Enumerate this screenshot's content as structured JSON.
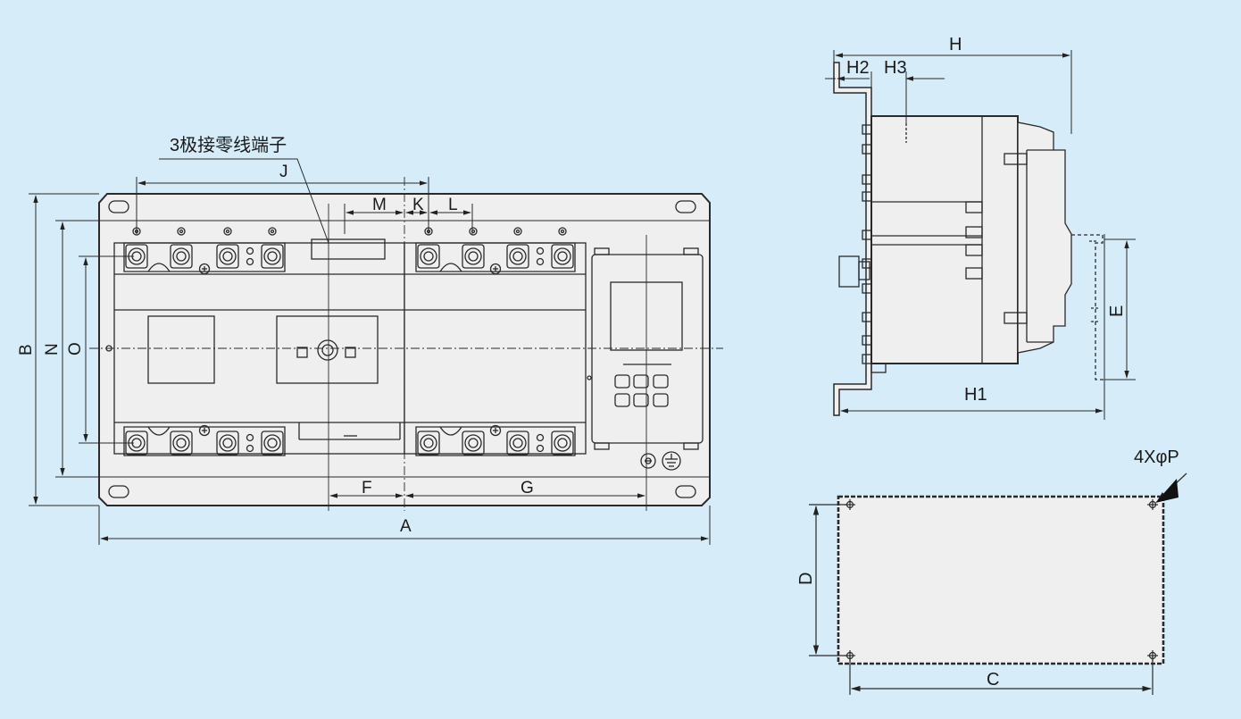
{
  "colors": {
    "background": "#d6ecf8",
    "body_fill": "#efefef",
    "line": "#2a2a2a"
  },
  "front_view": {
    "callout_label": "3极接零线端子",
    "dimensions": {
      "A": "A",
      "B": "B",
      "N": "N",
      "O": "O",
      "J": "J",
      "M": "M",
      "K": "K",
      "L": "L",
      "F": "F",
      "G": "G"
    },
    "icons": [
      "terminal-icon",
      "ground-icon",
      "keypad-icon",
      "handle-icon"
    ]
  },
  "side_view": {
    "dimensions": {
      "H": "H",
      "H1": "H1",
      "H2": "H2",
      "H3": "H3",
      "E": "E"
    }
  },
  "mounting_view": {
    "dimensions": {
      "C": "C",
      "D": "D"
    },
    "hole_label": "4XφP"
  }
}
